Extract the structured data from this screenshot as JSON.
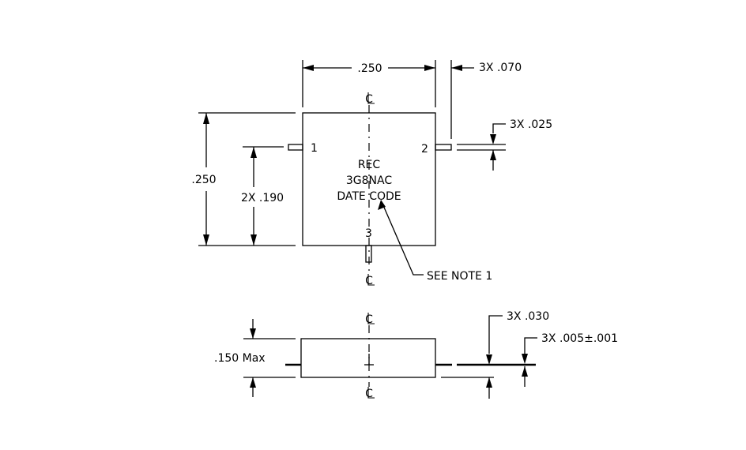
{
  "top_view": {
    "body_width_dim": ".250",
    "body_height_dim": ".250",
    "lead_length_dim": "3X .070",
    "lead_width_dim": "3X .025",
    "pin_spacing_dim": "2X .190",
    "pin1_label": "1",
    "pin2_label": "2",
    "pin3_label": "3",
    "marking": [
      "REC",
      "3G8NAC",
      "DATE CODE"
    ],
    "note_callout": "SEE NOTE 1"
  },
  "side_view": {
    "height_dim": ".150 Max",
    "lead_length_dim": "3X .030",
    "lead_thickness_dim": "3X .005±.001"
  },
  "centerline_symbol": "CL"
}
